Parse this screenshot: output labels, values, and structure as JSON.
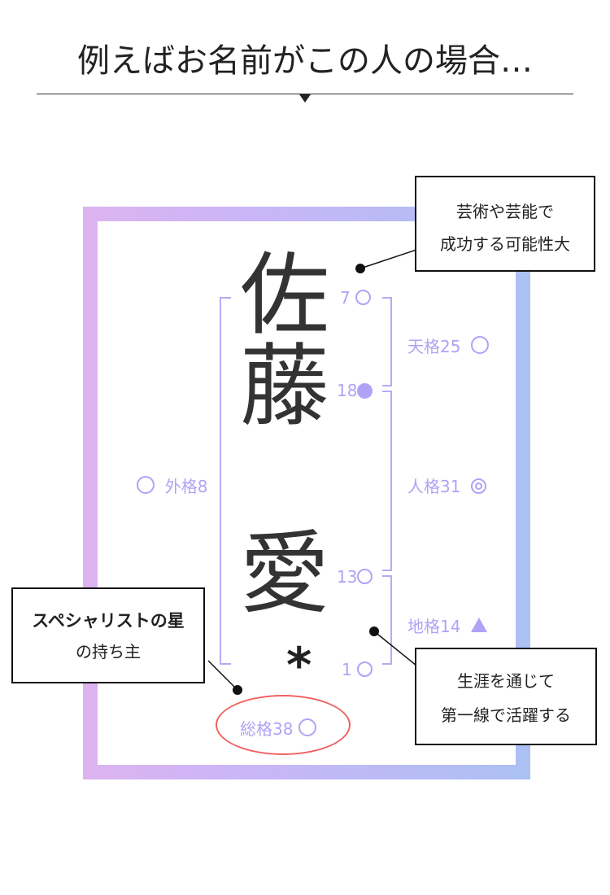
{
  "title": "例えばお名前がこの人の場合…",
  "name": {
    "surname": [
      "佐",
      "藤"
    ],
    "given": [
      "愛"
    ],
    "extra_mark": "*"
  },
  "strokes": [
    {
      "value": "7",
      "mark": "circle"
    },
    {
      "value": "18",
      "mark": "filled-circle"
    },
    {
      "value": "13",
      "mark": "circle"
    },
    {
      "value": "1",
      "mark": "circle"
    }
  ],
  "kakusu": {
    "tenkaku": {
      "label": "天格25",
      "mark": "circle"
    },
    "jinkaku": {
      "label": "人格31",
      "mark": "double-circle"
    },
    "chikaku": {
      "label": "地格14",
      "mark": "triangle"
    },
    "gaikaku": {
      "label": "外格8",
      "mark": "circle"
    },
    "soukaku": {
      "label": "総格38",
      "mark": "circle"
    }
  },
  "callouts": {
    "top_right": [
      "芸術や芸能で",
      "成功する可能性大"
    ],
    "bottom_left": [
      "スペシャリストの星",
      "の持ち主"
    ],
    "bottom_right": [
      "生涯を通じて",
      "第一線で活躍する"
    ]
  },
  "colors": {
    "accent": "#b0a2f6",
    "highlight": "#f06060"
  }
}
